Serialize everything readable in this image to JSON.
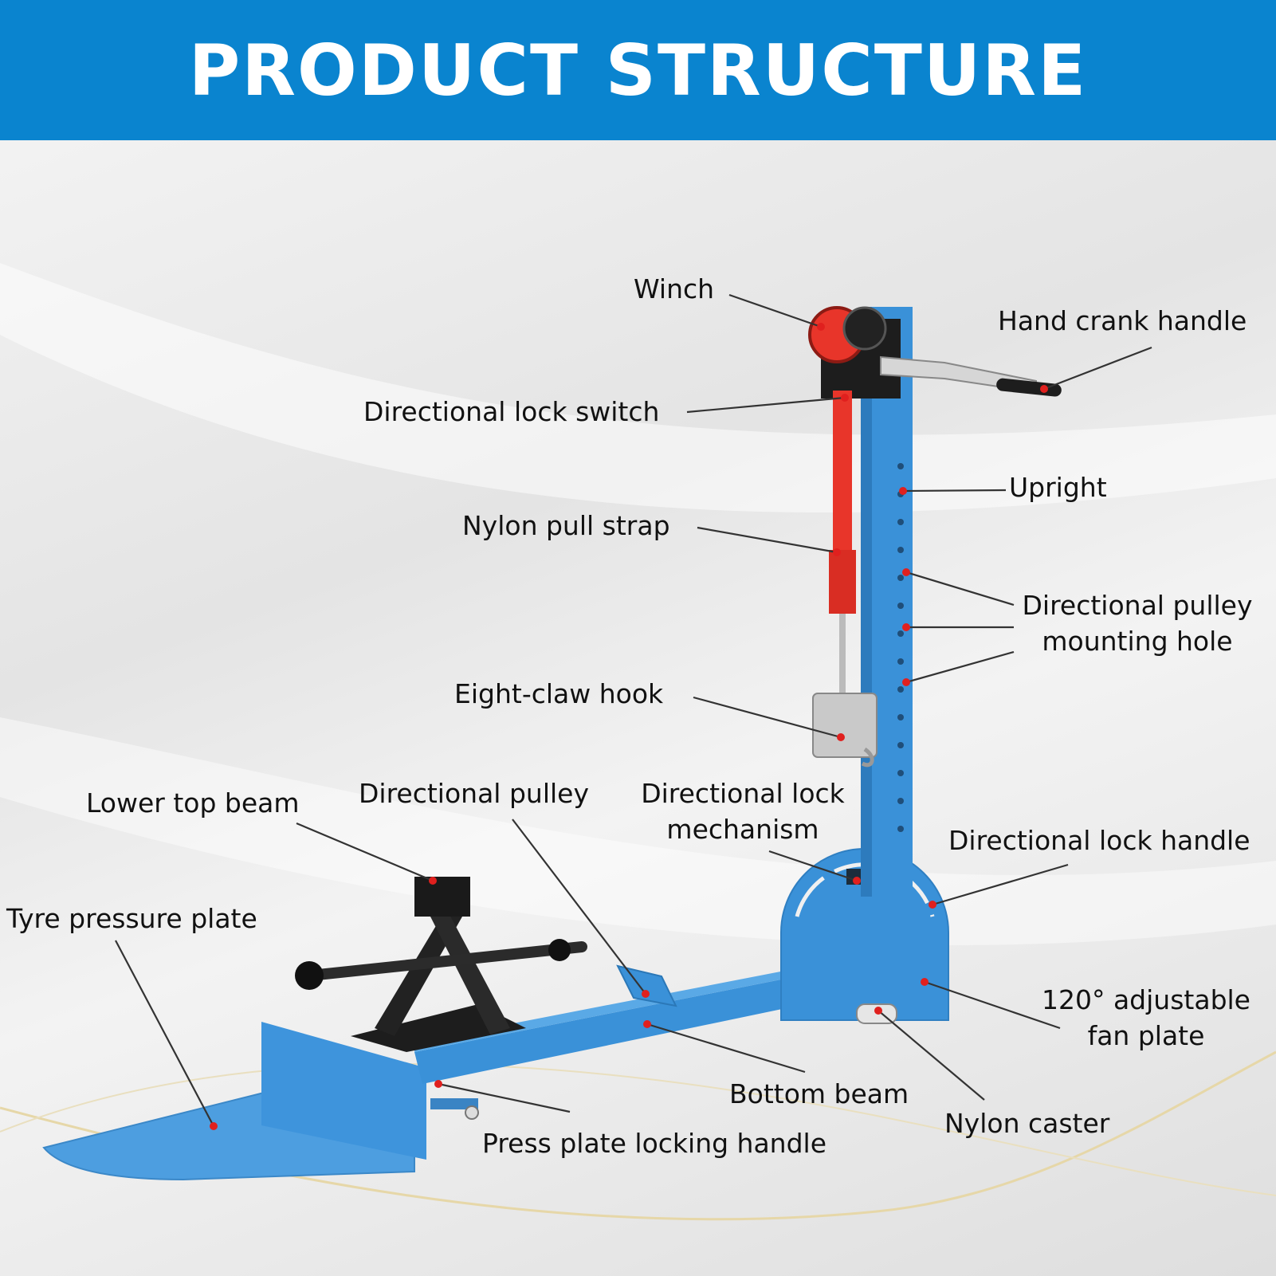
{
  "header": {
    "title": "PRODUCT STRUCTURE"
  },
  "colors": {
    "banner": "#0a84cf",
    "frame": "#3a91d8",
    "strap": "#e8352a",
    "jack": "#1d1d1d",
    "dot": "#e0201e"
  },
  "labels": {
    "winch": "Winch",
    "hand_crank_handle": "Hand crank handle",
    "directional_lock_switch": "Directional lock switch",
    "upright": "Upright",
    "nylon_pull_strap": "Nylon pull strap",
    "directional_pulley_mounting_hole_1": "Directional pulley",
    "directional_pulley_mounting_hole_2": "mounting hole",
    "eight_claw_hook": "Eight-claw hook",
    "lower_top_beam": "Lower top beam",
    "directional_pulley": "Directional pulley",
    "directional_lock_mechanism_1": "Directional lock",
    "directional_lock_mechanism_2": "mechanism",
    "directional_lock_handle": "Directional lock handle",
    "tyre_pressure_plate": "Tyre pressure plate",
    "adjustable_fan_plate_1": "120° adjustable",
    "adjustable_fan_plate_2": "fan plate",
    "bottom_beam": "Bottom beam",
    "nylon_caster": "Nylon caster",
    "press_plate_locking_handle": "Press plate locking handle"
  }
}
